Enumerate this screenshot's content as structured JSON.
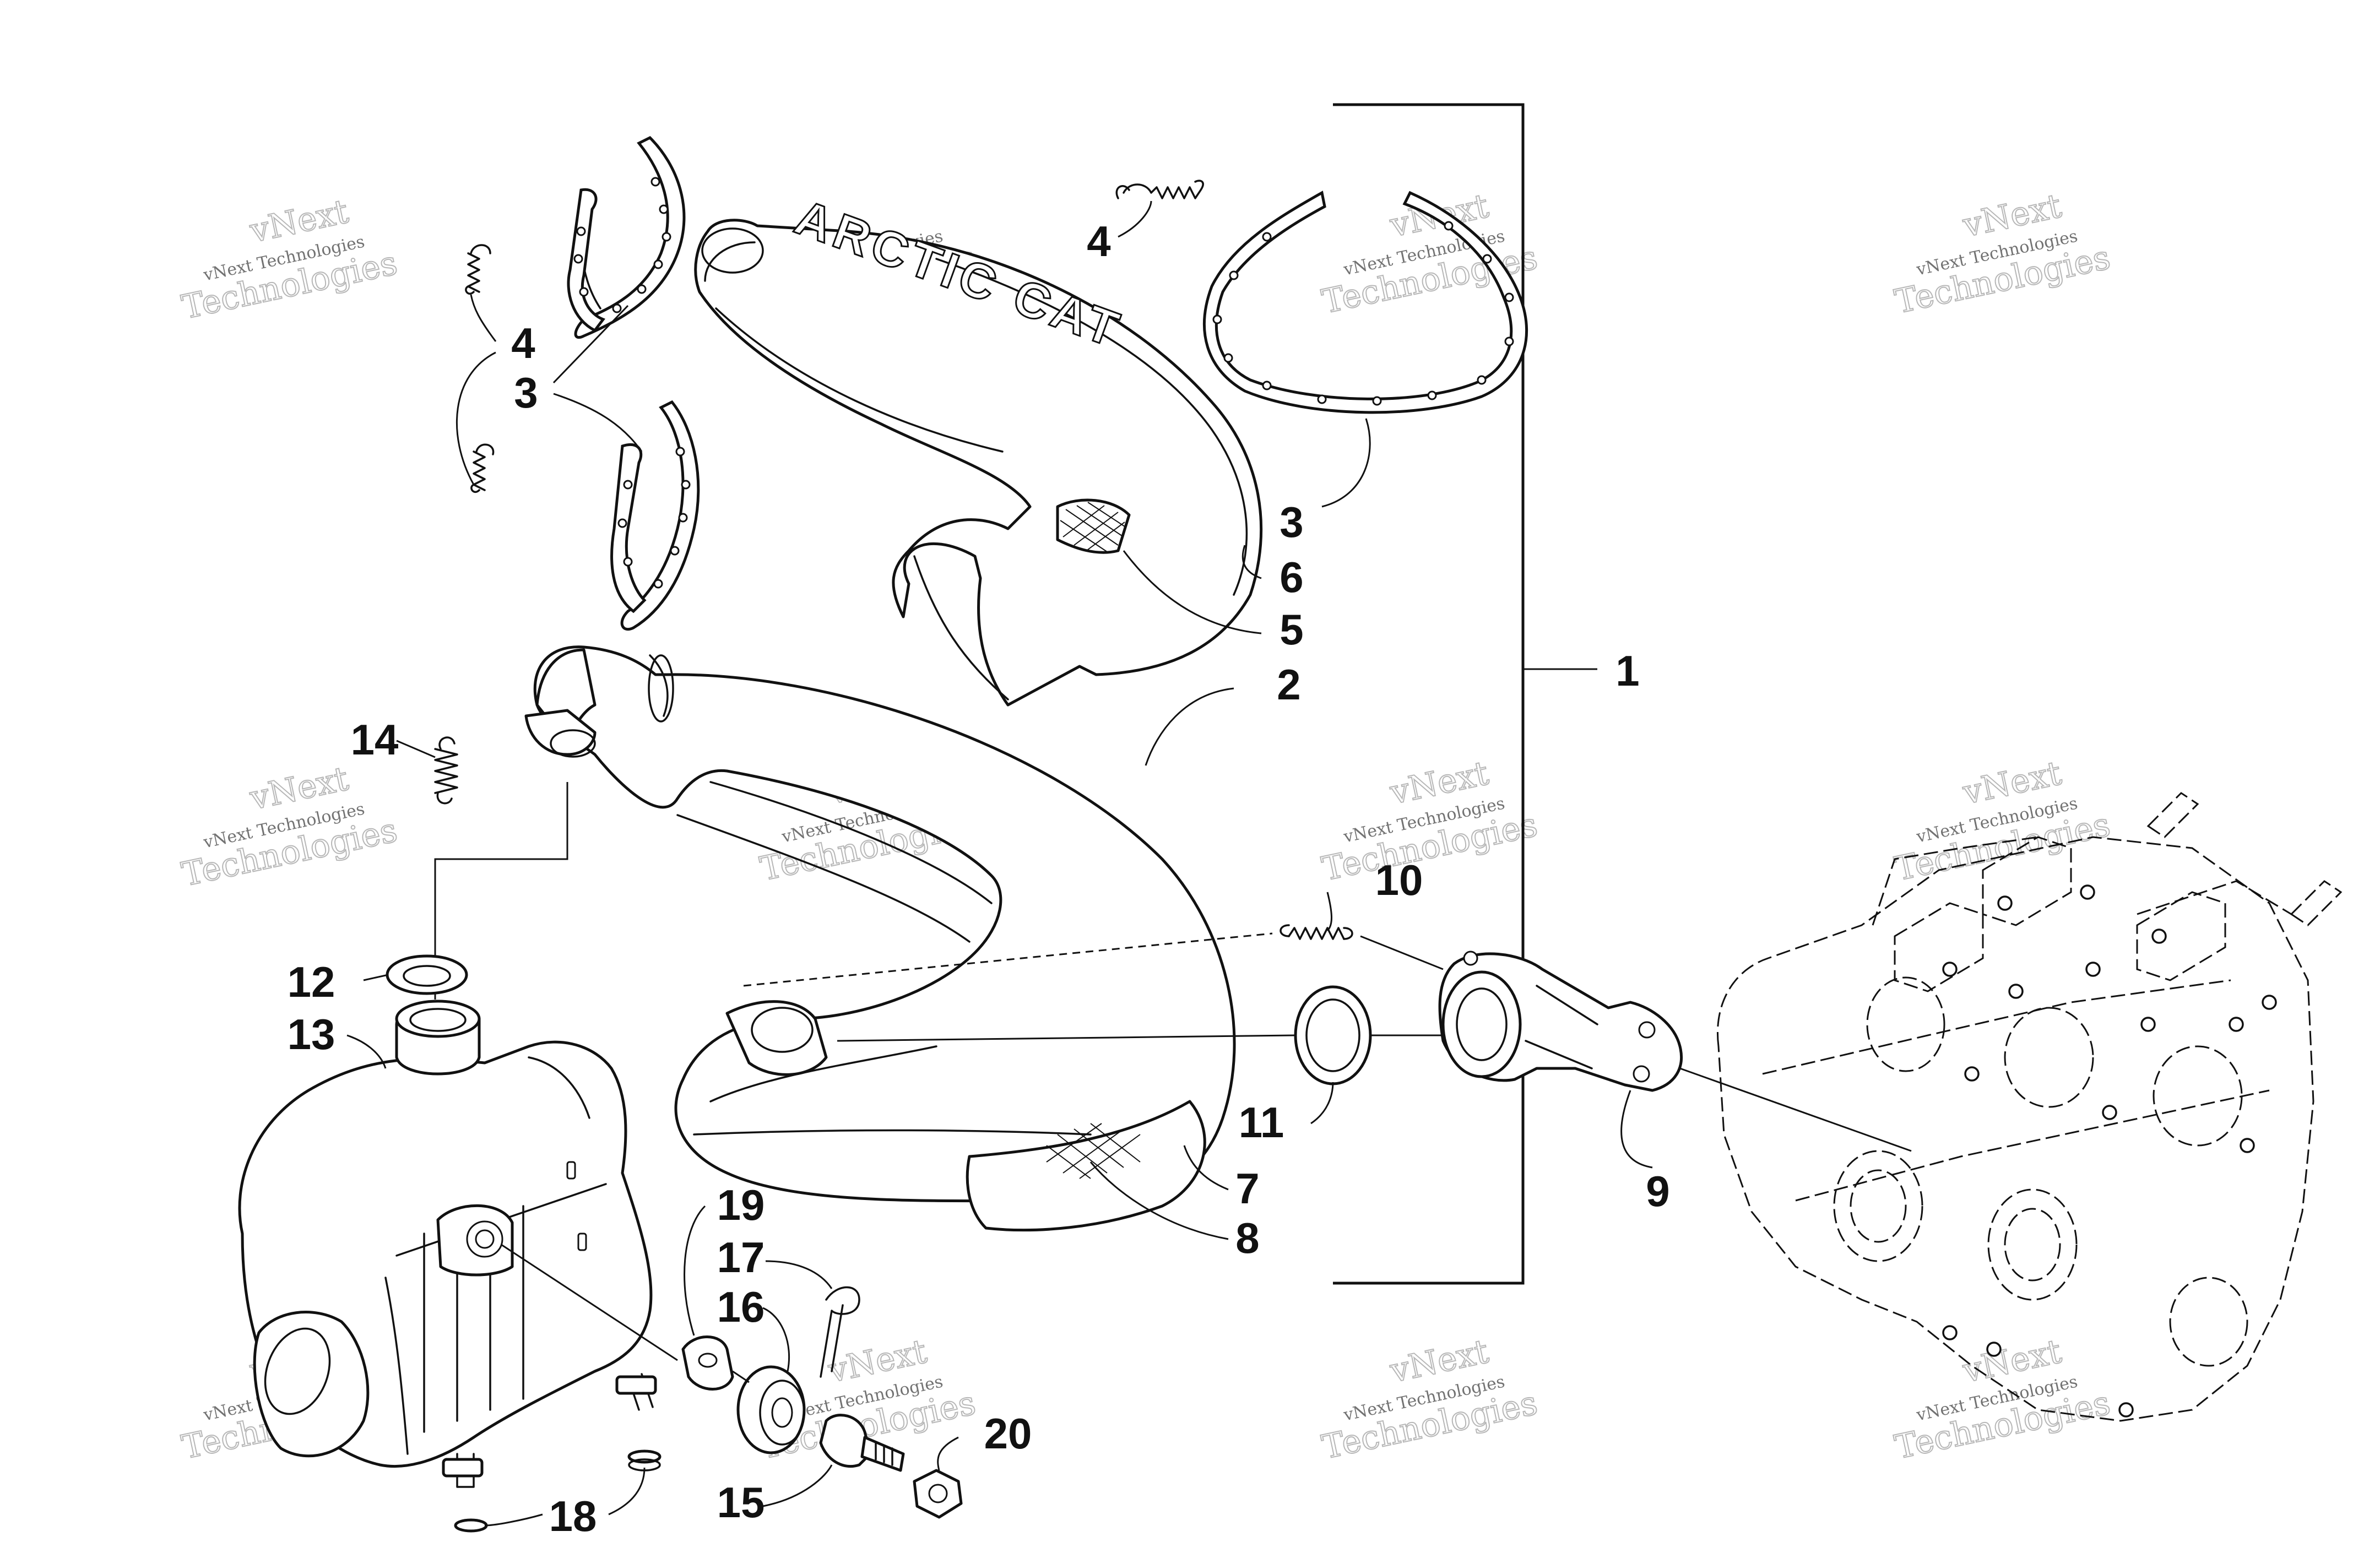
{
  "callouts": [
    {
      "id": "1",
      "text": "1"
    },
    {
      "id": "2",
      "text": "2"
    },
    {
      "id": "3a",
      "text": "3"
    },
    {
      "id": "3b",
      "text": "3"
    },
    {
      "id": "4a",
      "text": "4"
    },
    {
      "id": "4b",
      "text": "4"
    },
    {
      "id": "5",
      "text": "5"
    },
    {
      "id": "6",
      "text": "6"
    },
    {
      "id": "7",
      "text": "7"
    },
    {
      "id": "8",
      "text": "8"
    },
    {
      "id": "9",
      "text": "9"
    },
    {
      "id": "10",
      "text": "10"
    },
    {
      "id": "11",
      "text": "11"
    },
    {
      "id": "12",
      "text": "12"
    },
    {
      "id": "13",
      "text": "13"
    },
    {
      "id": "14",
      "text": "14"
    },
    {
      "id": "15",
      "text": "15"
    },
    {
      "id": "16",
      "text": "16"
    },
    {
      "id": "17",
      "text": "17"
    },
    {
      "id": "18",
      "text": "18"
    },
    {
      "id": "19",
      "text": "19"
    },
    {
      "id": "20",
      "text": "20"
    }
  ],
  "brand_text": "ARCTIC CAT",
  "watermark": {
    "line1": "vNext Technologies",
    "line2": "vNext",
    "line3": "Technologies"
  }
}
